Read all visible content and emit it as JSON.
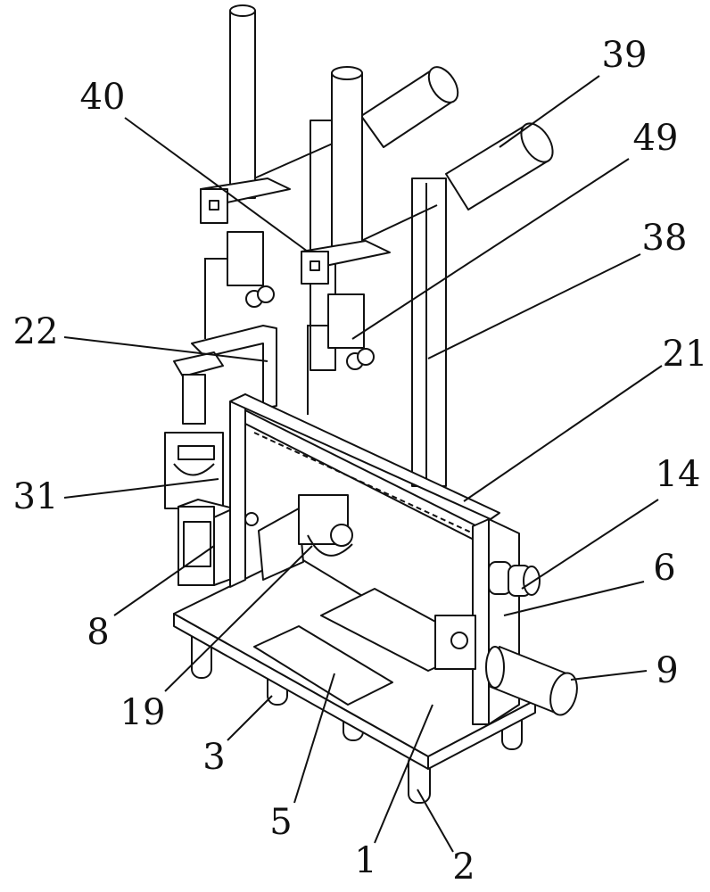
{
  "figure": {
    "labels": {
      "l39": "39",
      "l40": "40",
      "l49": "49",
      "l38": "38",
      "l22": "22",
      "l21": "21",
      "l31": "31",
      "l14": "14",
      "l6": "6",
      "l8": "8",
      "l9": "9",
      "l19": "19",
      "l3": "3",
      "l5": "5",
      "l1": "1",
      "l2": "2"
    },
    "line_color": "#111111",
    "background": "#ffffff"
  }
}
